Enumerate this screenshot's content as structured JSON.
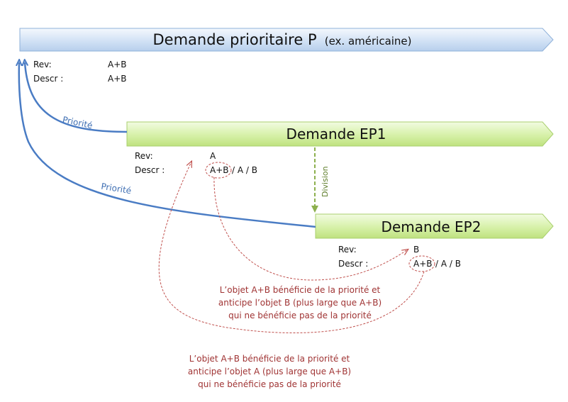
{
  "priority_application": {
    "title": "Demande prioritaire P",
    "subtitle": "(ex. américaine)",
    "rev_label": "Rev:",
    "rev_value": "A+B",
    "descr_label": "Descr :",
    "descr_value": "A+B"
  },
  "ep1": {
    "title": "Demande EP1",
    "rev_label": "Rev:",
    "rev_value": "A",
    "descr_label": "Descr :",
    "descr_circled": "A+B",
    "descr_rest": "/ A / B"
  },
  "ep2": {
    "title": "Demande EP2",
    "rev_label": "Rev:",
    "rev_value": "B",
    "descr_label": "Descr :",
    "descr_circled": "A+B",
    "descr_rest": "/ A / B"
  },
  "arrows": {
    "priority_label_1": "Priorité",
    "priority_label_2": "Priorité",
    "division_label": "Division"
  },
  "notes": {
    "note_b": [
      "L’objet A+B bénéficie de la priorité  et",
      "anticipe l’objet B (plus large que A+B)",
      "qui ne bénéficie pas de la priorité"
    ],
    "note_a": [
      "L’objet A+B bénéficie de la priorité  et",
      "anticipe l’objet A (plus large que A+B)",
      "qui ne bénéficie pas de la priorité"
    ]
  },
  "colors": {
    "priority_banner": "#c9dcf3",
    "ep_banner": "#d4f0a4",
    "priority_arrow": "#4a7cc4",
    "division_arrow": "#8db04e",
    "note_red": "#c0504d"
  }
}
